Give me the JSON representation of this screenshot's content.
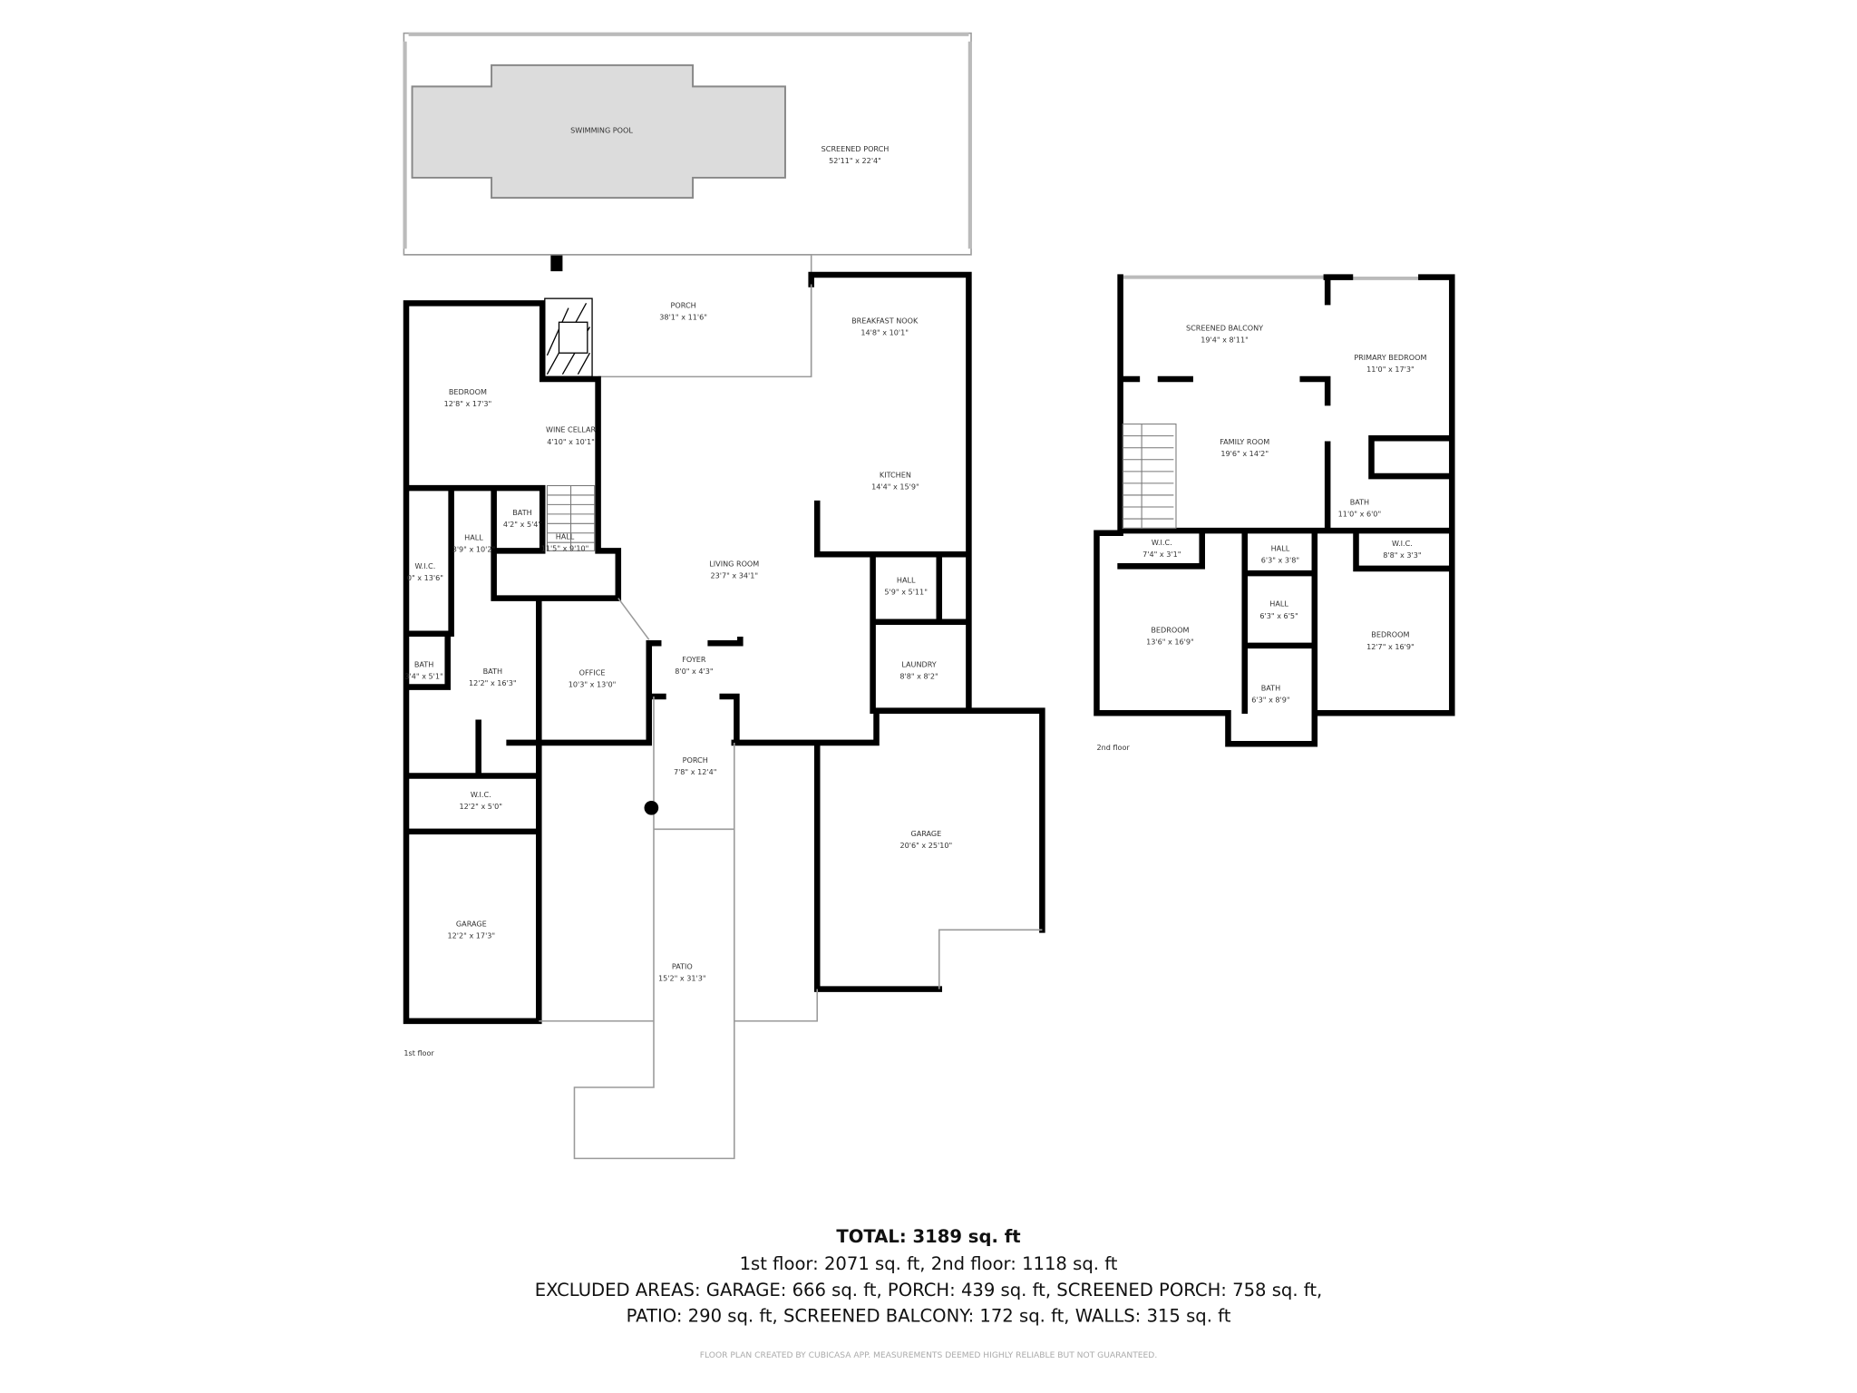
{
  "floor1": {
    "label": "1st floor",
    "rooms": [
      {
        "name": "SWIMMING POOL",
        "dims": ""
      },
      {
        "name": "SCREENED PORCH",
        "dims": "52'11\" x 22'4\""
      },
      {
        "name": "PORCH",
        "dims": "38'1\" x 11'6\""
      },
      {
        "name": "BREAKFAST NOOK",
        "dims": "14'8\" x 10'1\""
      },
      {
        "name": "BEDROOM",
        "dims": "12'8\" x 17'3\""
      },
      {
        "name": "WINE CELLAR",
        "dims": "4'10\" x 10'1\""
      },
      {
        "name": "KITCHEN",
        "dims": "14'4\" x 15'9\""
      },
      {
        "name": "BATH",
        "dims": "4'2\" x 5'4\""
      },
      {
        "name": "HALL",
        "dims": "3'9\" x 10'2\""
      },
      {
        "name": "W.I.C.",
        "dims": "0\" x 13'6\""
      },
      {
        "name": "HALL",
        "dims": "11'5\" x 9'10\""
      },
      {
        "name": "LIVING ROOM",
        "dims": "23'7\" x 34'1\""
      },
      {
        "name": "HALL",
        "dims": "5'9\" x 5'11\""
      },
      {
        "name": "FOYER",
        "dims": "8'0\" x 4'3\""
      },
      {
        "name": "LAUNDRY",
        "dims": "8'8\" x 8'2\""
      },
      {
        "name": "BATH",
        "dims": "3'4\" x 5'1\""
      },
      {
        "name": "BATH",
        "dims": "12'2\" x 16'3\""
      },
      {
        "name": "OFFICE",
        "dims": "10'3\" x 13'0\""
      },
      {
        "name": "PORCH",
        "dims": "7'8\" x 12'4\""
      },
      {
        "name": "W.I.C.",
        "dims": "12'2\" x 5'0\""
      },
      {
        "name": "GARAGE",
        "dims": "20'6\" x 25'10\""
      },
      {
        "name": "GARAGE",
        "dims": "12'2\" x 17'3\""
      },
      {
        "name": "PATIO",
        "dims": "15'2\" x 31'3\""
      }
    ]
  },
  "floor2": {
    "label": "2nd floor",
    "rooms": [
      {
        "name": "SCREENED BALCONY",
        "dims": "19'4\" x 8'11\""
      },
      {
        "name": "PRIMARY BEDROOM",
        "dims": "11'0\" x 17'3\""
      },
      {
        "name": "FAMILY ROOM",
        "dims": "19'6\" x 14'2\""
      },
      {
        "name": "BATH",
        "dims": "11'0\" x 6'0\""
      },
      {
        "name": "W.I.C.",
        "dims": "7'4\" x 3'1\""
      },
      {
        "name": "HALL",
        "dims": "6'3\" x 3'8\""
      },
      {
        "name": "W.I.C.",
        "dims": "8'8\" x 3'3\""
      },
      {
        "name": "HALL",
        "dims": "6'3\" x 6'5\""
      },
      {
        "name": "BEDROOM",
        "dims": "13'6\" x 16'9\""
      },
      {
        "name": "BEDROOM",
        "dims": "12'7\" x 16'9\""
      },
      {
        "name": "BATH",
        "dims": "6'3\" x 8'9\""
      }
    ]
  },
  "summary": {
    "total": "TOTAL: 3189 sq. ft",
    "floors": "1st floor: 2071 sq. ft, 2nd floor: 1118 sq. ft",
    "excluded_line1": "EXCLUDED AREAS: GARAGE: 666 sq. ft, PORCH: 439 sq. ft, SCREENED PORCH: 758 sq. ft,",
    "excluded_line2": "PATIO: 290 sq. ft, SCREENED BALCONY: 172 sq. ft, WALLS: 315 sq. ft",
    "disclaimer": "FLOOR PLAN CREATED BY CUBICASA APP. MEASUREMENTS DEEMED HIGHLY RELIABLE BUT NOT GUARANTEED."
  },
  "colors": {
    "wall": "#000000",
    "pool": "#dcdcdc",
    "screen": "#9a9a9a"
  }
}
